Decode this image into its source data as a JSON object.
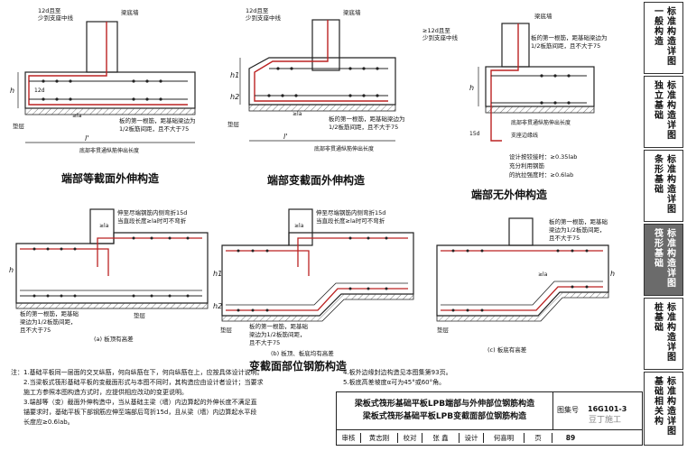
{
  "sidebar": {
    "tabs": [
      {
        "text": "标准构造详图",
        "sub": "一般构造",
        "active": false
      },
      {
        "text": "标准构造详图",
        "sub": "独立基础",
        "active": false
      },
      {
        "text": "标准构造详图",
        "sub": "条形基础",
        "active": false
      },
      {
        "text": "标准构造详图",
        "sub": "筏形基础",
        "active": true
      },
      {
        "text": "标准构造详图",
        "sub": "桩基础",
        "active": false
      },
      {
        "text": "标准构造详图",
        "sub": "基础相关构",
        "active": false
      }
    ]
  },
  "diagrams": {
    "d1": {
      "caption": "端部等截面外伸构造",
      "lbl_12d": "12d且至",
      "lbl_12d_b": "少到支座中线",
      "lbl_beam_side": "梁底墙",
      "lbl_bar": "板的第一根筋，距基础梁边为",
      "lbl_bar_b": "1/2板筋间距，且不大于75",
      "lbl_cushion": "垫层",
      "lbl_lprime": "l'",
      "lbl_la": "≥la",
      "lbl_h": "h",
      "lbl_12d_v": "12d",
      "lbl_note": "底部非贯通纵筋伸出长度"
    },
    "d2": {
      "caption": "端部变截面外伸构造",
      "lbl_12d": "12d且至",
      "lbl_12d_b": "少到支座中线",
      "lbl_beam_side": "梁底墙",
      "lbl_bar": "板的第一根筋，距基础梁边为",
      "lbl_bar_b": "1/2板筋间距，且不大于75",
      "lbl_cushion": "垫层",
      "lbl_lprime": "l'",
      "lbl_la": "≥la",
      "lbl_h1": "h1",
      "lbl_h2": "h2",
      "lbl_note": "底部非贯通纵筋伸出长度"
    },
    "d3": {
      "caption": "端部无外伸构造",
      "lbl_12d": "≥12d且至",
      "lbl_12d_b": "少到支座中线",
      "lbl_beam_side": "梁底墙",
      "lbl_bar": "板的第一根筋，距基础梁边为",
      "lbl_bar_b": "1/2板筋间距，且不大于75",
      "lbl_note": "底部非贯通纵筋伸出长度",
      "lbl_support": "支座边缘线",
      "lbl_design1": "设计按铰接时：≥0.35lab",
      "lbl_design2": "充分利用钢筋",
      "lbl_design3": "的抗拉强度时：≥0.6lab",
      "lbl_15d": "15d",
      "lbl_h": "h"
    },
    "d4": {
      "caption": "(a) 板顶有高差",
      "lbl_top": "伸至尽端钢筋内侧弯折15d",
      "lbl_top_b": "当直段长度≥la时可不弯折",
      "lbl_bar": "板的第一根筋，距基础",
      "lbl_bar_b": "梁边为1/2板筋间距，",
      "lbl_bar_c": "且不大于75",
      "lbl_cushion": "垫层",
      "lbl_la": "≥la",
      "lbl_h": "h"
    },
    "d5": {
      "caption": "(b) 板顶、板底均有高差",
      "lbl_top": "伸至尽端钢筋内侧弯折15d",
      "lbl_top_b": "当直段长度≥la时可不弯折",
      "lbl_bar": "板的第一根筋，距基础",
      "lbl_bar_b": "梁边为1/2板筋间距，",
      "lbl_bar_c": "且不大于75",
      "lbl_cushion": "垫层",
      "lbl_la": "≥la",
      "lbl_h1": "h1",
      "lbl_h2": "h2"
    },
    "d6": {
      "caption": "(c) 板底有高差",
      "lbl_bar": "板的第一根筋，距基础",
      "lbl_bar_b": "梁边为1/2板筋间距，",
      "lbl_bar_c": "且不大于75",
      "lbl_cushion": "垫层",
      "lbl_la": "≥la",
      "lbl_h": "h"
    },
    "group_caption": "变截面部位钢筋构造"
  },
  "notes": {
    "left": [
      "注：1.基础平板同一层面的交叉纵筋，何向纵筋在下，何向纵筋在上，应按具体设计说明。",
      "2.当梁板式筏形基础平板的变截面形式与本图不同时，其构造应由设计者设计；当要求",
      "施工方参照本图构造方式时，应提供相应改动的变更说明。",
      "3.端部等（变）截面外伸构造中，当从基础主梁（墙）内边算起的外伸长度不满足直",
      "锚要求时，基础平板下部钢筋应伸至端部后弯折15d，且从梁（墙）内边算起水平段",
      "长度应≥0.6lab。"
    ],
    "right": [
      "4.板外边缘封边构造见本图集第93页。",
      "5.板底高差坡度α可为45°或60°角。"
    ]
  },
  "titleblock": {
    "title1": "梁板式筏形基础平板LPB端部与外伸部位钢筋构造",
    "title2": "梁板式筏形基础平板LPB变截面部位钢筋构造",
    "label_atlas": "图集号",
    "atlas_no": "16G101-3",
    "row_labels": [
      "审核",
      "黄志刚",
      "校对",
      "张 鑫",
      "设计",
      "何喜明",
      "页"
    ],
    "page": "89"
  },
  "watermark": "豆丁施工"
}
